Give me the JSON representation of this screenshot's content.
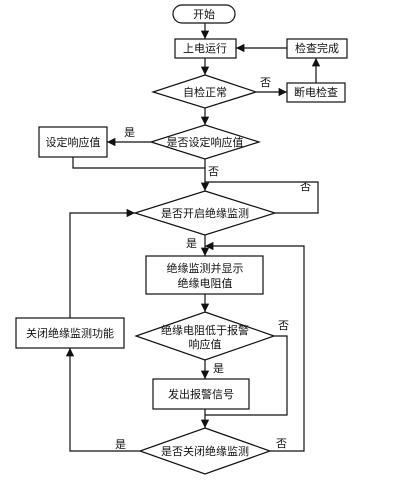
{
  "nodes": {
    "start": "开始",
    "power_on": "上电运行",
    "self_check": "自检正常",
    "check_done": "检查完成",
    "break_check": "断电检查",
    "is_set_response": "是否设定响应值",
    "set_response": "设定响应值",
    "is_open_monitor": "是否开启绝缘监测",
    "monitor_display": [
      "绝缘监测并显示",
      "绝缘电阻值"
    ],
    "resistance_below": [
      "绝缘电阻低于报警",
      "响应值"
    ],
    "send_alarm": "发出报警信号",
    "close_monitor": "关闭绝缘监测功能",
    "is_close_monitor": "是否关闭绝缘监测"
  },
  "edge_labels": {
    "self_check_no": "否",
    "set_yes": "是",
    "set_no": "否",
    "open_no": "否",
    "open_yes": "是",
    "below_yes": "是",
    "below_no": "否",
    "close_yes": "是",
    "close_no": "否"
  }
}
